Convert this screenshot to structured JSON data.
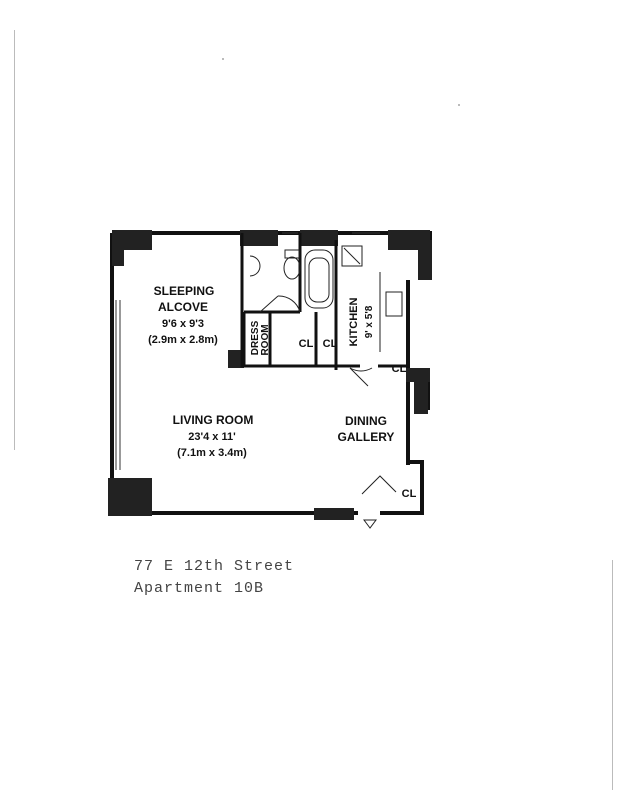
{
  "floorplan": {
    "rooms": {
      "sleeping_alcove": {
        "name_line1": "SLEEPING",
        "name_line2": "ALCOVE",
        "size_ft": "9'6 x 9'3",
        "size_m": "(2.9m x 2.8m)"
      },
      "living_room": {
        "name": "LIVING ROOM",
        "size_ft": "23'4 x 11'",
        "size_m": "(7.1m x 3.4m)"
      },
      "dining_gallery": {
        "name_line1": "DINING",
        "name_line2": "GALLERY"
      },
      "kitchen": {
        "name": "KITCHEN",
        "size_ft": "9' x 5'8"
      },
      "dress_room": {
        "name_line1": "DRESS",
        "name_line2": "ROOM"
      },
      "closets": [
        "CL",
        "CL",
        "CL",
        "CL"
      ]
    },
    "caption": {
      "line1": "77 E 12th Street",
      "line2": "Apartment 10B"
    }
  }
}
